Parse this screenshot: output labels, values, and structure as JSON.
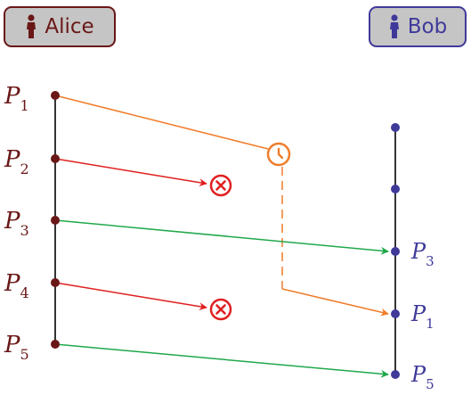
{
  "actors": {
    "alice": {
      "name": "Alice",
      "icon": "person-icon",
      "color": "#6a1717"
    },
    "bob": {
      "name": "Bob",
      "icon": "person-icon",
      "color": "#3f3a9a"
    }
  },
  "alice_packets": [
    {
      "id": "P1",
      "label": "P",
      "sub": "1"
    },
    {
      "id": "P2",
      "label": "P",
      "sub": "2"
    },
    {
      "id": "P3",
      "label": "P",
      "sub": "3"
    },
    {
      "id": "P4",
      "label": "P",
      "sub": "4"
    },
    {
      "id": "P5",
      "label": "P",
      "sub": "5"
    }
  ],
  "bob_events": [
    {
      "label": "",
      "sub": ""
    },
    {
      "label": "",
      "sub": ""
    },
    {
      "label": "P",
      "sub": "3"
    },
    {
      "label": "P",
      "sub": "1"
    },
    {
      "label": "P",
      "sub": "5"
    }
  ],
  "messages": [
    {
      "from": 0,
      "outcome": "delayed",
      "to_event": 3,
      "color": "#f07d2a",
      "icon": "clock-icon"
    },
    {
      "from": 1,
      "outcome": "lost",
      "color": "#e02020",
      "icon": "x-circle-icon"
    },
    {
      "from": 2,
      "outcome": "delivered",
      "to_event": 2,
      "color": "#1fa84a"
    },
    {
      "from": 3,
      "outcome": "lost",
      "color": "#e02020",
      "icon": "x-circle-icon"
    },
    {
      "from": 4,
      "outcome": "delivered",
      "to_event": 4,
      "color": "#1fa84a"
    }
  ]
}
